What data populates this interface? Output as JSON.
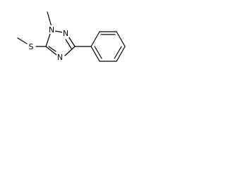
{
  "molecule": {
    "atoms": {
      "n1": "N",
      "n2": "N",
      "n4": "N",
      "s": "S"
    }
  }
}
